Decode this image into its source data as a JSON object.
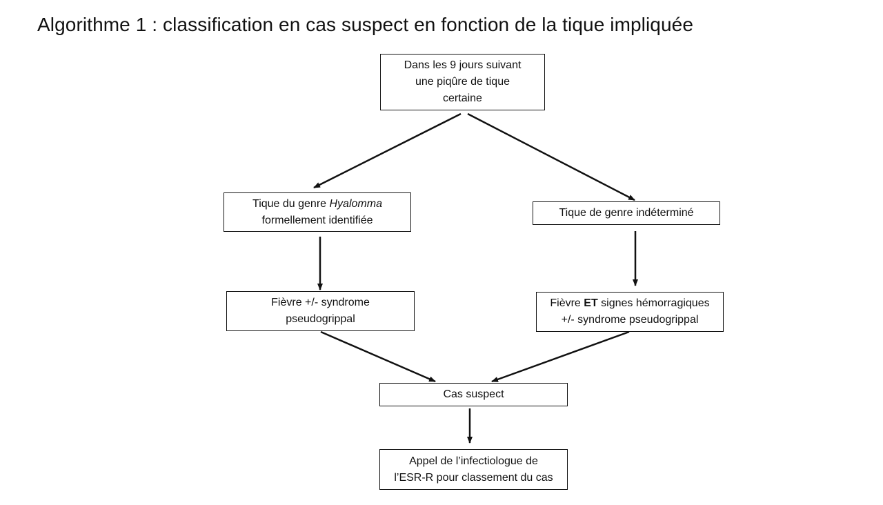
{
  "title": "Algorithme 1 : classification en cas suspect en fonction de la tique impliquée",
  "nodes": {
    "start": {
      "lines": [
        "Dans les 9 jours suivant",
        "une piqûre de tique",
        "certaine"
      ]
    },
    "hyalomma": {
      "line1_prefix": "Tique du genre ",
      "line1_italic": "Hyalomma",
      "line2": "formellement identifiée"
    },
    "undetermined": {
      "lines": [
        "Tique de genre indéterminé"
      ]
    },
    "fever_left": {
      "lines": [
        "Fièvre +/- syndrome",
        "pseudogrippal"
      ]
    },
    "fever_right": {
      "line1_prefix": "Fièvre ",
      "line1_bold": "ET",
      "line1_suffix": " signes hémorragiques",
      "line2": "+/- syndrome pseudogrippal"
    },
    "suspect_case": {
      "lines": [
        "Cas suspect"
      ]
    },
    "call": {
      "lines": [
        "Appel de l’infectiologue de",
        "l’ESR-R pour classement du cas"
      ]
    }
  },
  "colors": {
    "border": "#111111",
    "arrow": "#111111",
    "background": "#ffffff"
  }
}
